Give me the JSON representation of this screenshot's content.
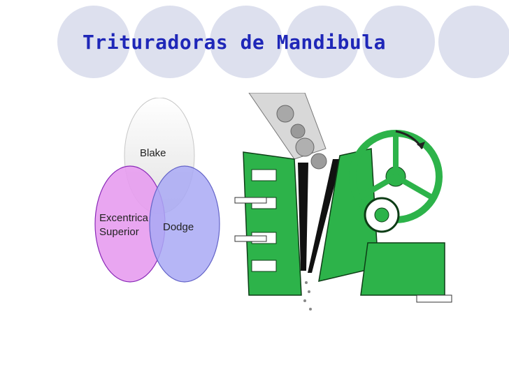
{
  "slide": {
    "title": "Trituradoras de Mandibula",
    "venn": {
      "top_label": "Blake",
      "left_label_line1": "Excentrica",
      "left_label_line2": "Superior",
      "right_label": "Dodge"
    },
    "image": {
      "icon": "jaw-crusher-diagram",
      "colors": {
        "machine": "#2db34a",
        "crushing_plates": "#111111",
        "rock": "#9a9a9a"
      }
    },
    "colors": {
      "title": "#1f27b8",
      "deco_circles": "#dde0ee",
      "venn_top": "#f4f4f4",
      "venn_left": "#e79cf0",
      "venn_right": "#a9a9f5"
    }
  }
}
